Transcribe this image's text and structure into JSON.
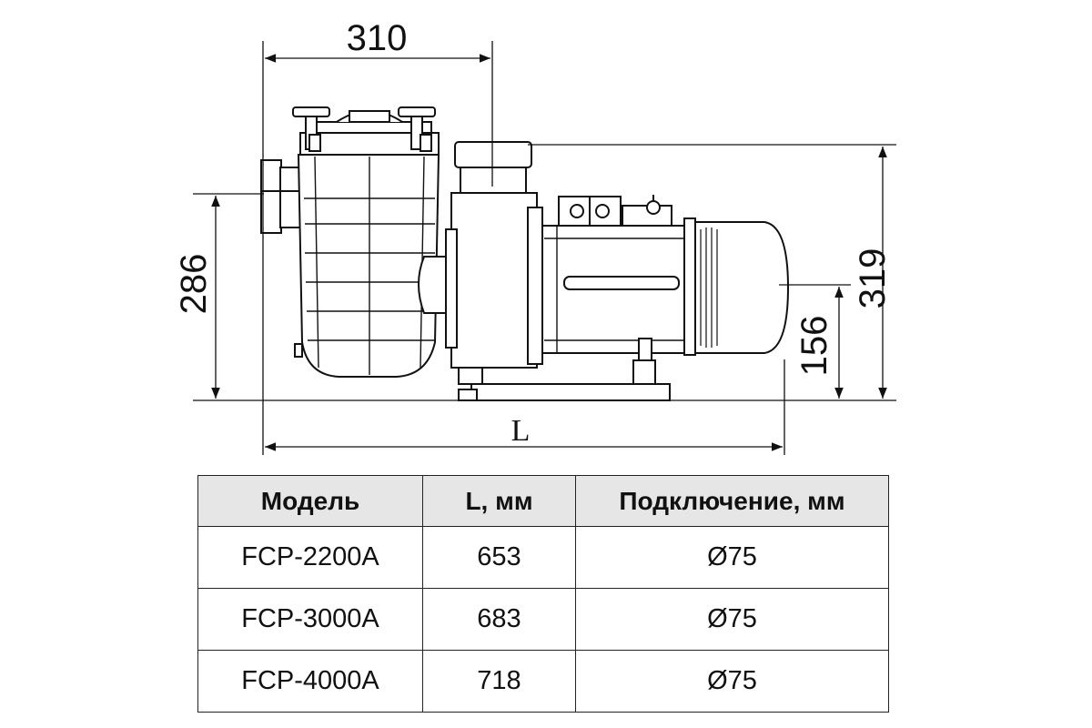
{
  "dimensions": {
    "width_top": "310",
    "height_inlet": "286",
    "height_total": "319",
    "height_shaft": "156",
    "length_label": "L"
  },
  "table": {
    "headers": [
      "Модель",
      "L, мм",
      "Подключение, мм"
    ],
    "rows": [
      [
        "FCP-2200A",
        "653",
        "Ø75"
      ],
      [
        "FCP-3000A",
        "683",
        "Ø75"
      ],
      [
        "FCP-4000A",
        "718",
        "Ø75"
      ]
    ]
  }
}
